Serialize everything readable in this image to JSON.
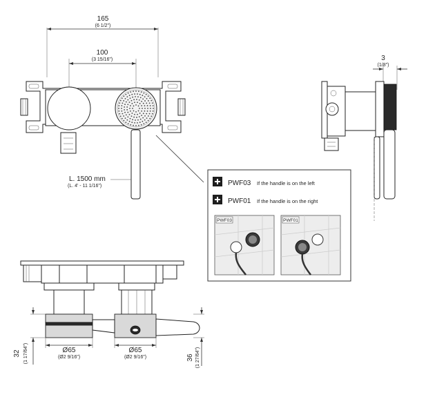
{
  "dimensions": {
    "overall_width": "165",
    "overall_width_in": "(6 1/2\")",
    "center_distance": "100",
    "center_distance_in": "(3 15/16\")",
    "side_depth": "3",
    "side_depth_in": "(1/8\")",
    "hose_length": "L. 1500 mm",
    "hose_length_in": "(L. 4' - 11 1/16\")",
    "left_diameter": "Ø65",
    "left_diameter_in": "(Ø2 9/16\")",
    "right_diameter": "Ø65",
    "right_diameter_in": "(Ø2 9/16\")",
    "left_height": "32",
    "left_height_in": "(1 17/64\")",
    "right_height": "36",
    "right_height_in": "(1 27/64\")"
  },
  "legend": {
    "items": [
      {
        "icon": "plus",
        "code": "PWF03",
        "note": "If the handle is on the left"
      },
      {
        "icon": "plus",
        "code": "PWF01",
        "note": "If the handle is on the right"
      }
    ],
    "thumbnails": [
      {
        "tag": "PWF03"
      },
      {
        "tag": "PWF01"
      }
    ]
  },
  "colors": {
    "line": "#222222",
    "accent_dark": "#2a2a2a",
    "tile": "#e8e8e8"
  }
}
